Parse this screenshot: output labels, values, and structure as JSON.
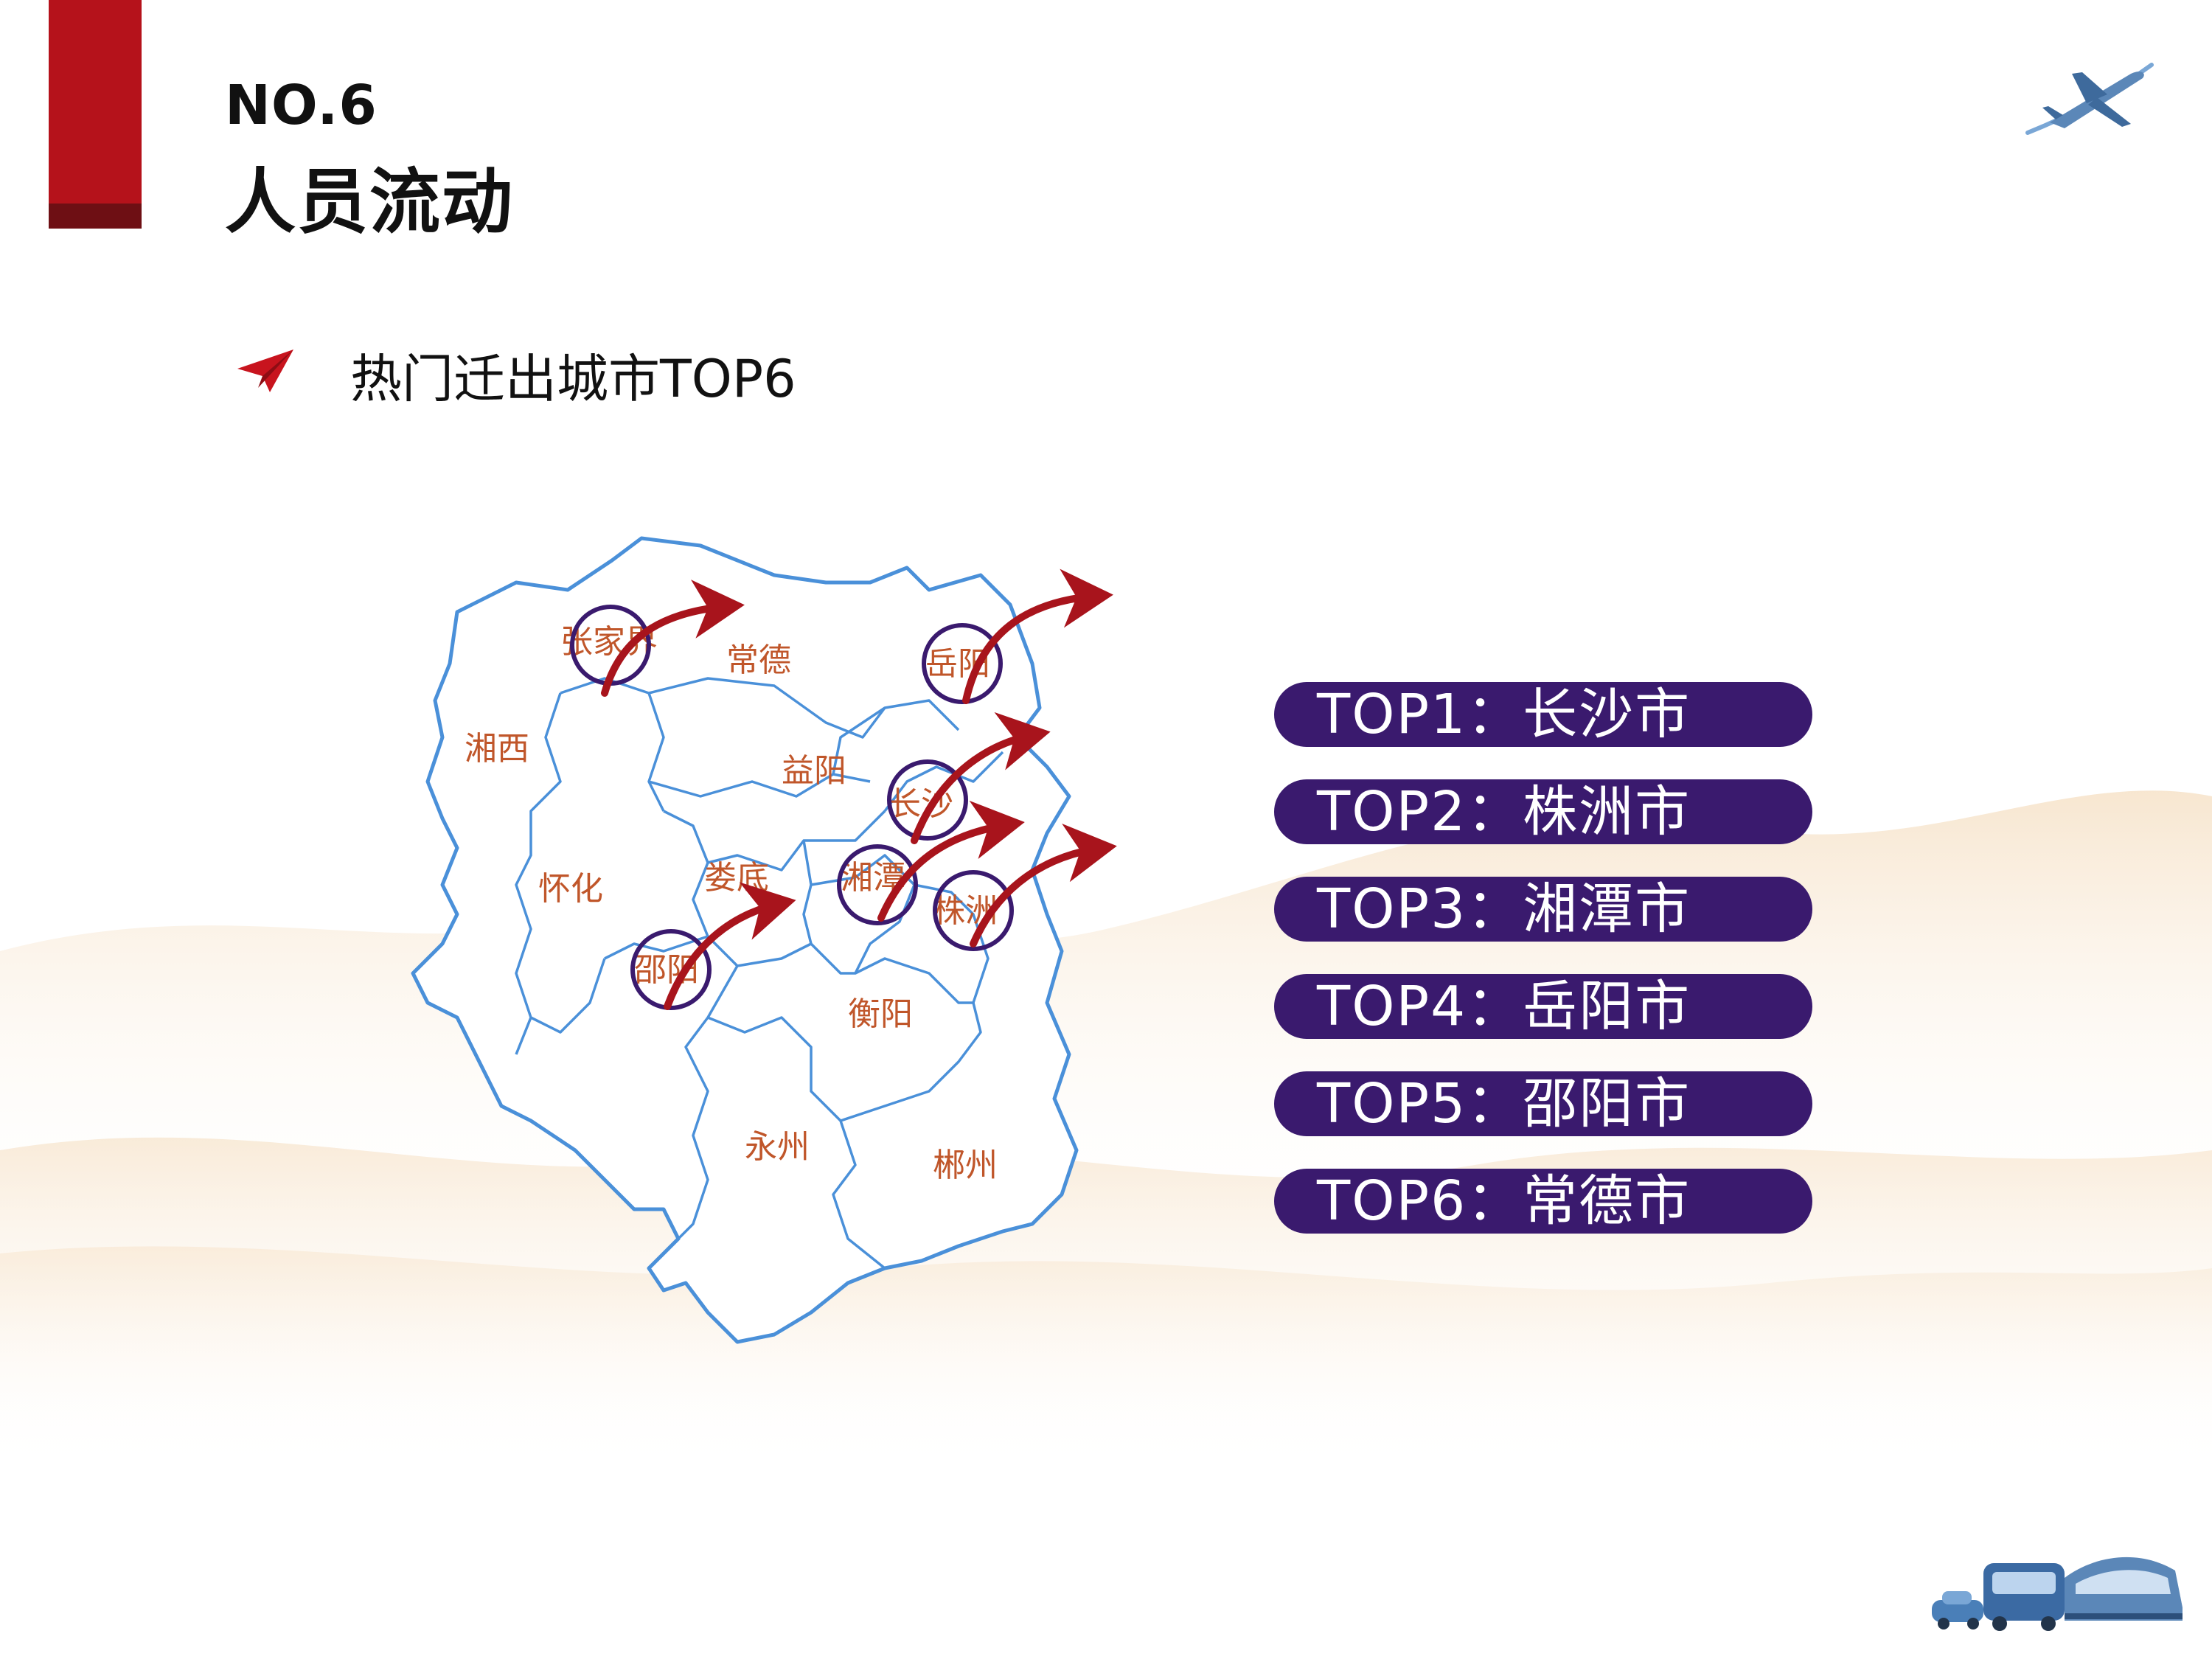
{
  "header": {
    "section_no": "NO.6",
    "section_title": "人员流动"
  },
  "subtitle": {
    "icon": "paper-plane-icon",
    "text": "热门迁出城市TOP6"
  },
  "map": {
    "cities": [
      "张家界",
      "常德",
      "岳阳",
      "湘西",
      "益阳",
      "长沙",
      "怀化",
      "娄底",
      "湘潭",
      "株洲",
      "邵阳",
      "衡阳",
      "永州",
      "郴州"
    ],
    "highlighted": [
      "张家界",
      "岳阳",
      "长沙",
      "湘潭",
      "株洲",
      "邵阳"
    ]
  },
  "ranking": [
    {
      "label": "TOP1：长沙市"
    },
    {
      "label": "TOP2：株洲市"
    },
    {
      "label": "TOP3：湘潭市"
    },
    {
      "label": "TOP4：岳阳市"
    },
    {
      "label": "TOP5：邵阳市"
    },
    {
      "label": "TOP6：常德市"
    }
  ],
  "decor": {
    "top_right_icon": "airplane-icon",
    "bottom_right_icon": "car-bus-train-icon"
  },
  "colors": {
    "accent_red": "#b5121b",
    "pill_purple": "#3a1a6e",
    "map_border": "#4a90d9",
    "arrow_red": "#a8141c",
    "city_label": "#c0562a"
  }
}
